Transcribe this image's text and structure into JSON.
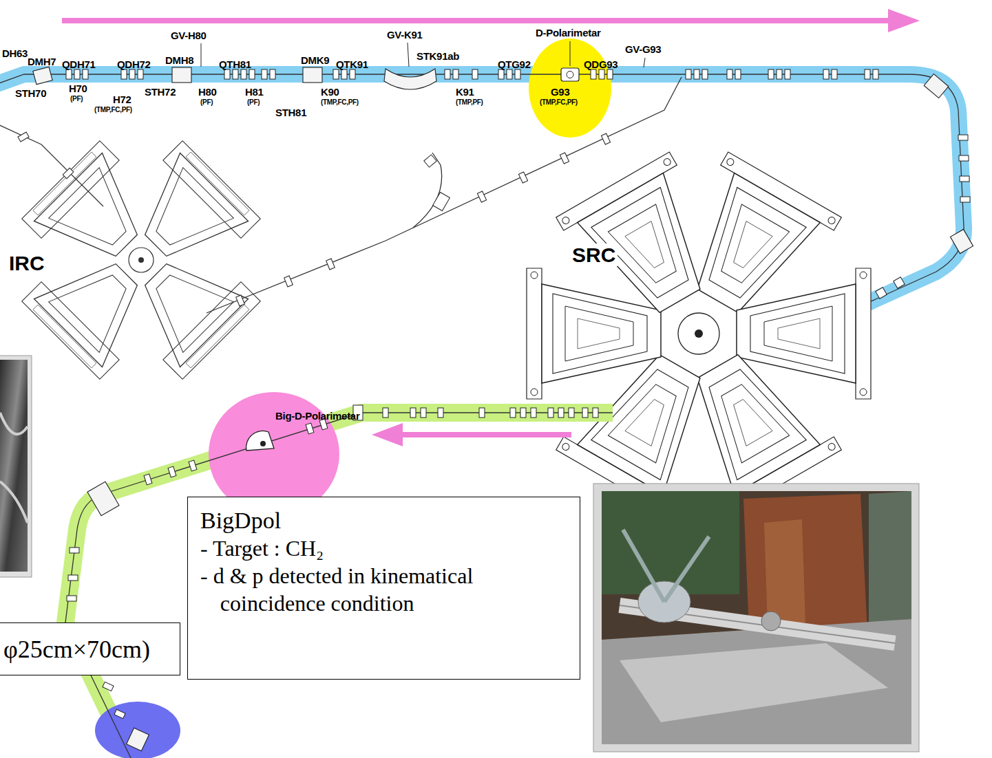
{
  "diagram": {
    "nodes": [
      {
        "text": [
          "BigDpol",
          "- Target : CH₂",
          "- d & p detected in kinematical coincidence condition"
        ]
      },
      {
        "text": [
          "φ25cm×70cm)"
        ]
      }
    ],
    "labels": [
      "DH63",
      "GV-H80",
      "GV-K91",
      "D-Polarimetar",
      "GV-G93",
      "DMH7",
      "QDH71",
      "QDH72",
      "DMH8",
      "QTH81",
      "DMK9",
      "QTK91",
      "STK91ab",
      "QTG92",
      "QDG93",
      "STH70",
      "H70",
      "(PF)",
      "H72",
      "(TMP,FC,PF)",
      "STH72",
      "H80",
      "(PF)",
      "H81",
      "(PF)",
      "STH81",
      "K90",
      "(TMP,FC,PF)",
      "K91",
      "(TMP,PF)",
      "G93",
      "(TMP,FC,PF)",
      "IRC",
      "SRC",
      "Big-D-Polarimetar"
    ]
  }
}
